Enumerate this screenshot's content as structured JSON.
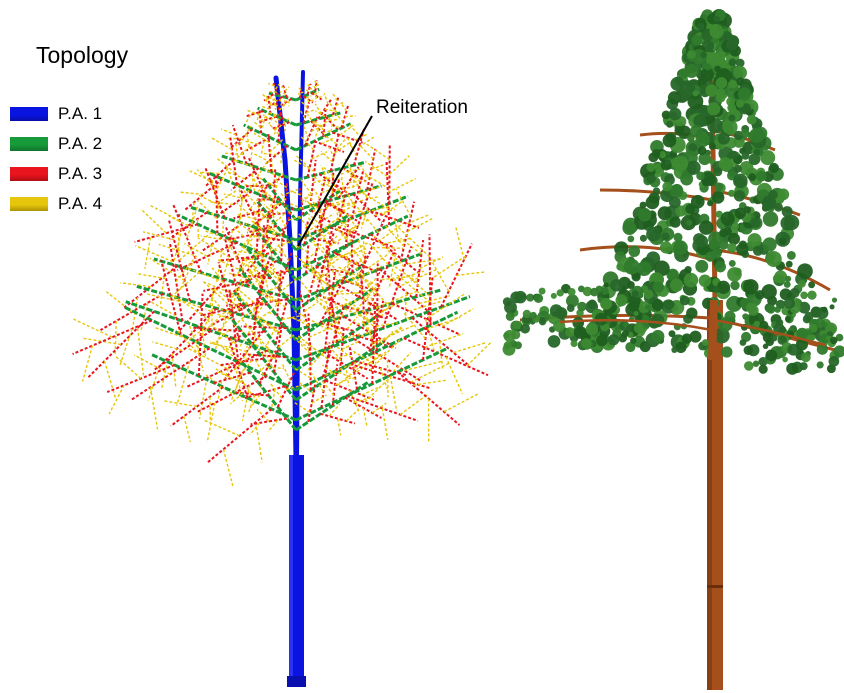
{
  "title": "Topology",
  "annotation": "Reiteration",
  "legend": [
    {
      "label": "P.A. 1",
      "color": "#0a14e0"
    },
    {
      "label": "P.A. 2",
      "color": "#179a3a"
    },
    {
      "label": "P.A. 3",
      "color": "#e8141e"
    },
    {
      "label": "P.A. 4",
      "color": "#e6c60a"
    }
  ],
  "colors": {
    "foliage": "#2f7a2c",
    "foliage_dark": "#1f5e1f",
    "bark": "#a5501c",
    "bark_dark": "#6b2e0a",
    "annotation_line": "#000000"
  }
}
